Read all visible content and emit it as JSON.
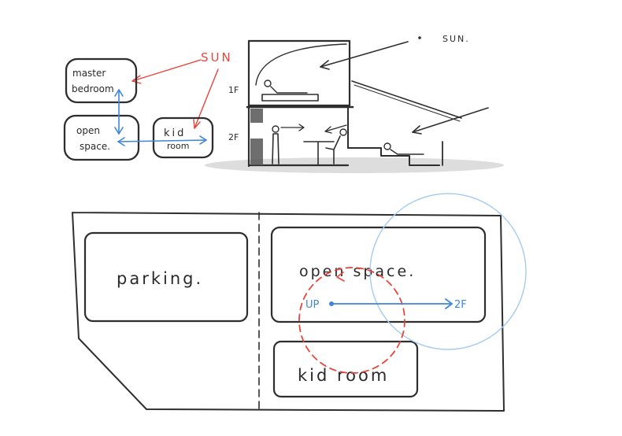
{
  "colors": {
    "ink": "#2e2e2e",
    "sun_red": "#e8453c",
    "circulation_blue": "#3d86d8",
    "circle_light_blue": "#a6ccee",
    "shadow_gray": "#c9c9c9"
  },
  "bubble_diagram": {
    "sun_label": "SUN",
    "master_bedroom": [
      "master",
      "bedroom"
    ],
    "open_space": [
      "open",
      "space."
    ],
    "kid_room": [
      "kid",
      "room"
    ]
  },
  "section": {
    "sun_label": "SUN.",
    "floor_1f": "1F",
    "floor_2f": "2F"
  },
  "plan": {
    "parking_label": "parking.",
    "open_space_label": "open space.",
    "up_label": "UP",
    "to_2f_label": "2F",
    "kid_room_label": "kid room"
  }
}
